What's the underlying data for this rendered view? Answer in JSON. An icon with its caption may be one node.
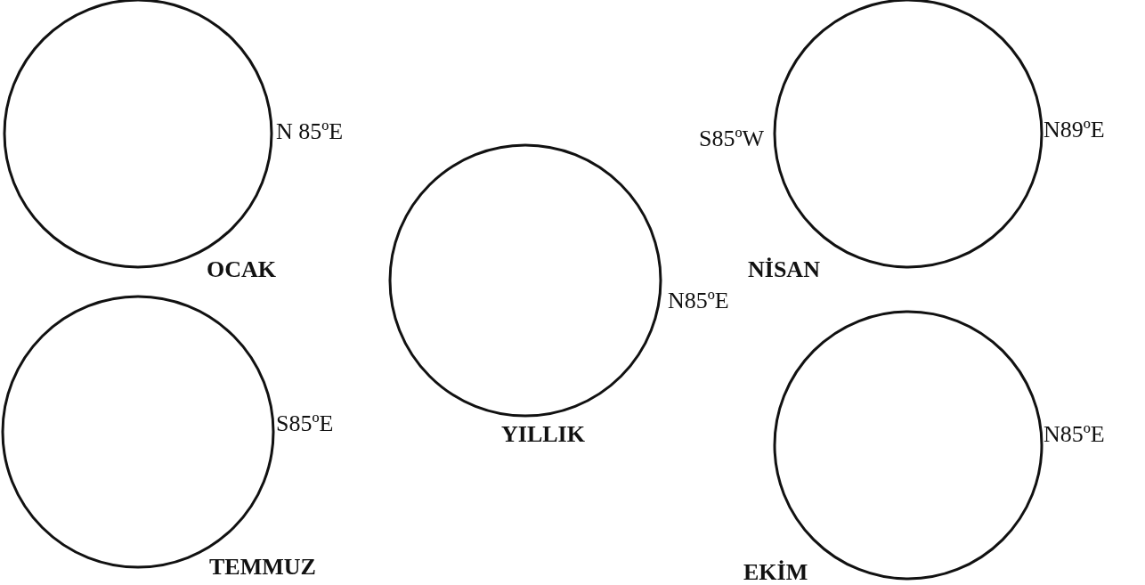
{
  "diagram": {
    "nodes": [
      {
        "text": [
          "OCAK"
        ],
        "beside": [
          "N 85ºE"
        ]
      },
      {
        "text": [
          "TEMMUZ"
        ],
        "beside": [
          "S85ºE"
        ]
      },
      {
        "text": [
          "YILLIK"
        ],
        "beside": [
          "N85ºE"
        ]
      },
      {
        "text": [
          "NİSAN"
        ],
        "beside": [
          "S85ºW",
          "N89ºE"
        ]
      },
      {
        "text": [
          "EKİM"
        ],
        "beside": [
          "N85ºE"
        ]
      }
    ]
  }
}
